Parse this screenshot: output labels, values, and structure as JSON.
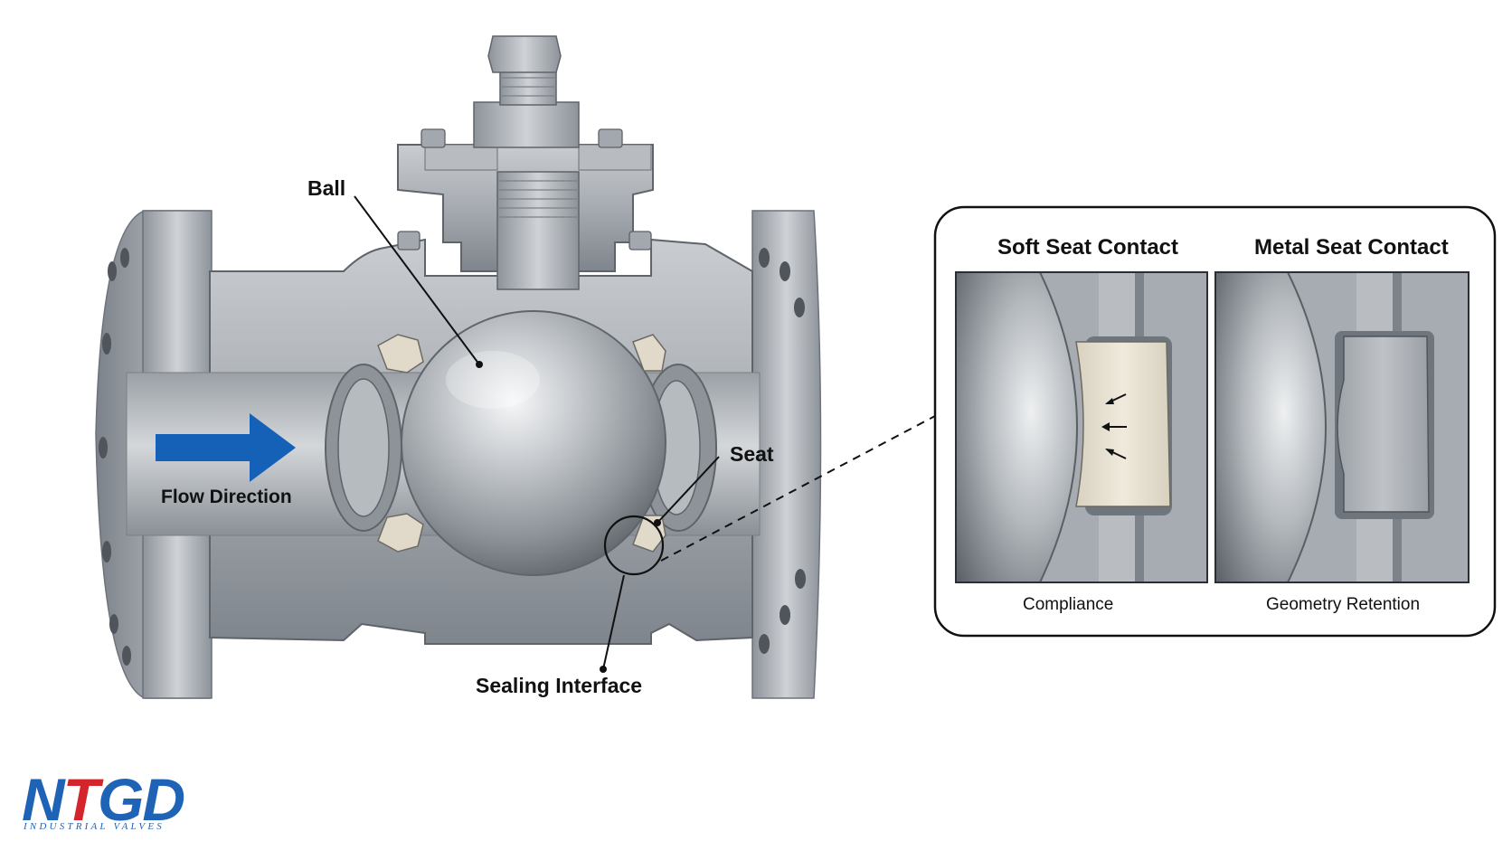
{
  "labels": {
    "ball": "Ball",
    "seat": "Seat",
    "flow_direction": "Flow Direction",
    "sealing_interface": "Sealing Interface"
  },
  "inset": {
    "soft": {
      "title": "Soft Seat Contact",
      "caption": "Compliance"
    },
    "metal": {
      "title": "Metal Seat Contact",
      "caption": "Geometry Retention"
    }
  },
  "brand": {
    "letters": [
      "N",
      "T",
      "G",
      "D"
    ],
    "tagline": "INDUSTRIAL VALVES"
  },
  "colors": {
    "flow_arrow": "#1561B7",
    "brand_blue": "#1E63B5",
    "brand_red": "#D3252B",
    "soft_seat": "#E6E0D0",
    "steel": "#A9ADB2"
  },
  "icons": [
    "flow-arrow-icon",
    "hex-bolt-icon",
    "compression-arrow-icon"
  ]
}
